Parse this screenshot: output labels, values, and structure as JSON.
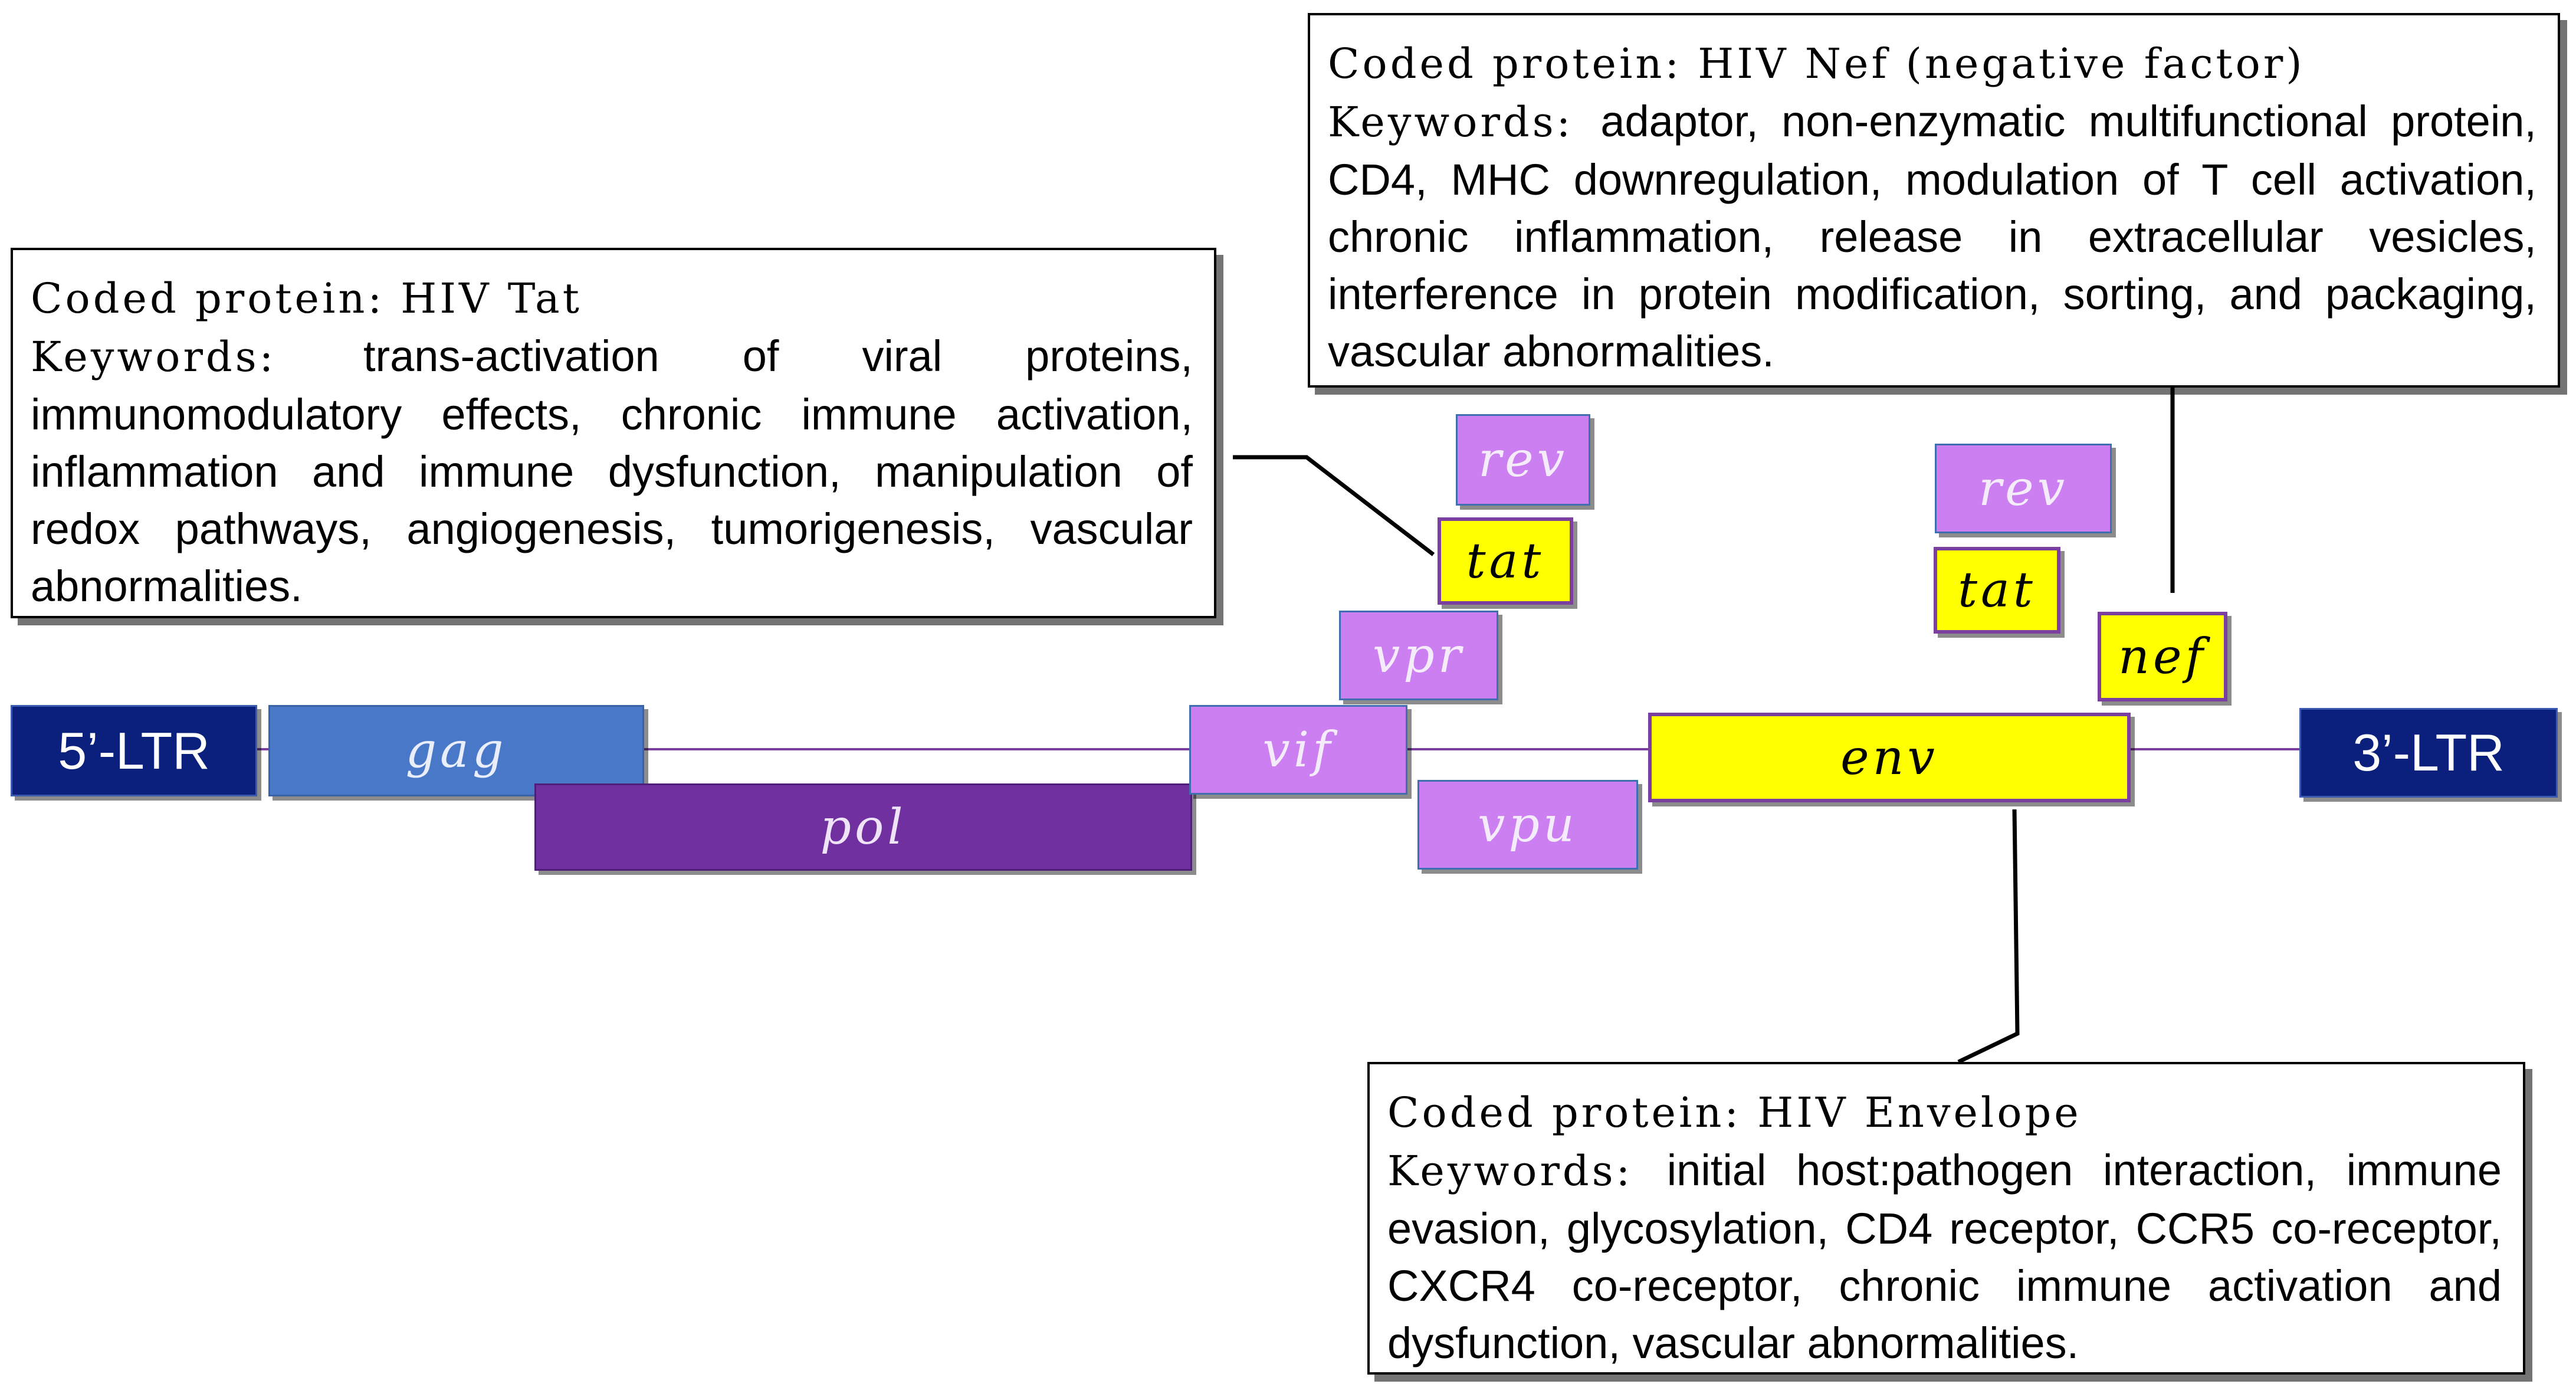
{
  "genome": {
    "ltr5": "5’-LTR",
    "ltr3": "3’-LTR",
    "genes": {
      "gag": "gag",
      "pol": "pol",
      "vif": "vif",
      "vpr": "vpr",
      "vpu": "vpu",
      "rev1": "rev",
      "tat1": "tat",
      "rev2": "rev",
      "tat2": "tat",
      "env": "env",
      "nef": "nef"
    }
  },
  "callouts": {
    "tat": {
      "header": "Coded protein: HIV Tat",
      "keywords_label": "Keywords:",
      "keywords": "trans-activation of viral proteins, immunomodulatory effects, chronic immune activation, inflammation and immune dysfunction, manipulation of redox pathways, angiogenesis, tumorigenesis, vascular abnormalities."
    },
    "nef": {
      "header": "Coded protein: HIV Nef (negative factor)",
      "keywords_label": "Keywords:",
      "keywords": "adaptor, non-enzymatic multifunctional protein, CD4, MHC downregulation, modulation of T cell activation, chronic inflammation, release in extracellular vesicles, interference in protein modification, sorting, and packaging, vascular abnormalities."
    },
    "env": {
      "header": "Coded protein: HIV Envelope",
      "keywords_label": "Keywords:",
      "keywords": "initial host:pathogen interaction, immune evasion, glycosylation, CD4 receptor, CCR5 co-receptor, CXCR4 co-receptor, chronic immune activation and dysfunction, vascular abnormalities."
    }
  },
  "colors": {
    "ltr": "#0b1f7d",
    "gag": "#4a78c8",
    "pol": "#7030a0",
    "accessory": "#cc7ff0",
    "highlight": "#ffff00"
  }
}
